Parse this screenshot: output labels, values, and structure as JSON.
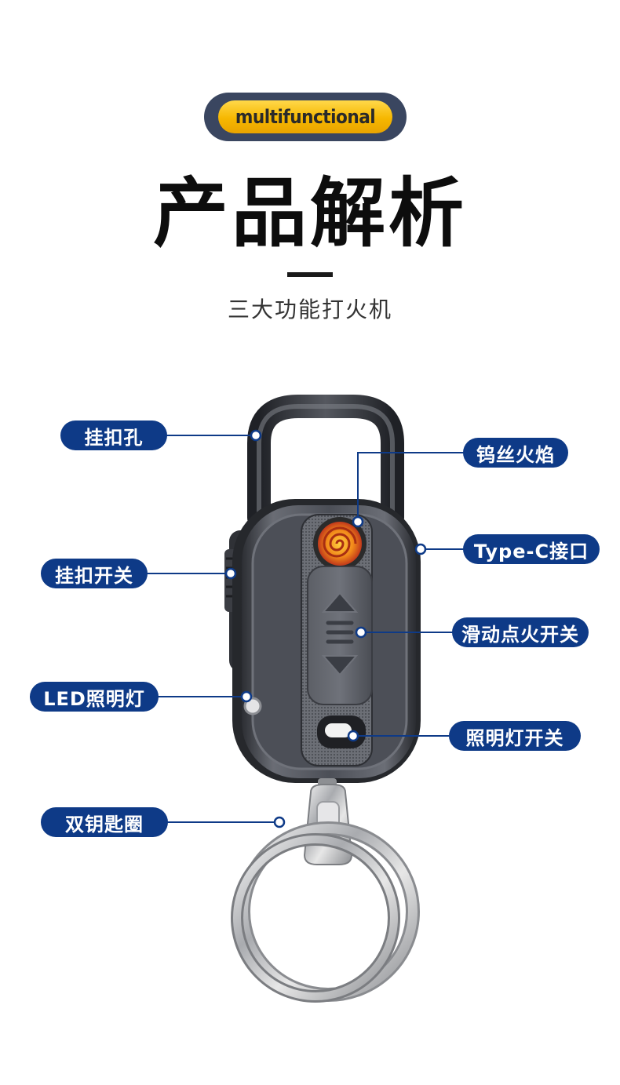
{
  "header": {
    "badge": "multifunctional",
    "title": "产品解析",
    "subtitle": "三大功能打火机"
  },
  "callouts": {
    "hook_hole": "挂扣孔",
    "hook_switch": "挂扣开关",
    "led_light": "LED照明灯",
    "key_ring": "双钥匙圈",
    "tungsten_flame": "钨丝火焰",
    "type_c": "Type-C接口",
    "slide_ignition": "滑动点火开关",
    "light_switch": "照明灯开关"
  },
  "colors": {
    "callout_bg": "#0e3a87",
    "badge_outer": "#3a4660",
    "badge_fill": "#f6b700",
    "heater_coil": "#f28a1a",
    "product_body": "#4a4d55"
  }
}
